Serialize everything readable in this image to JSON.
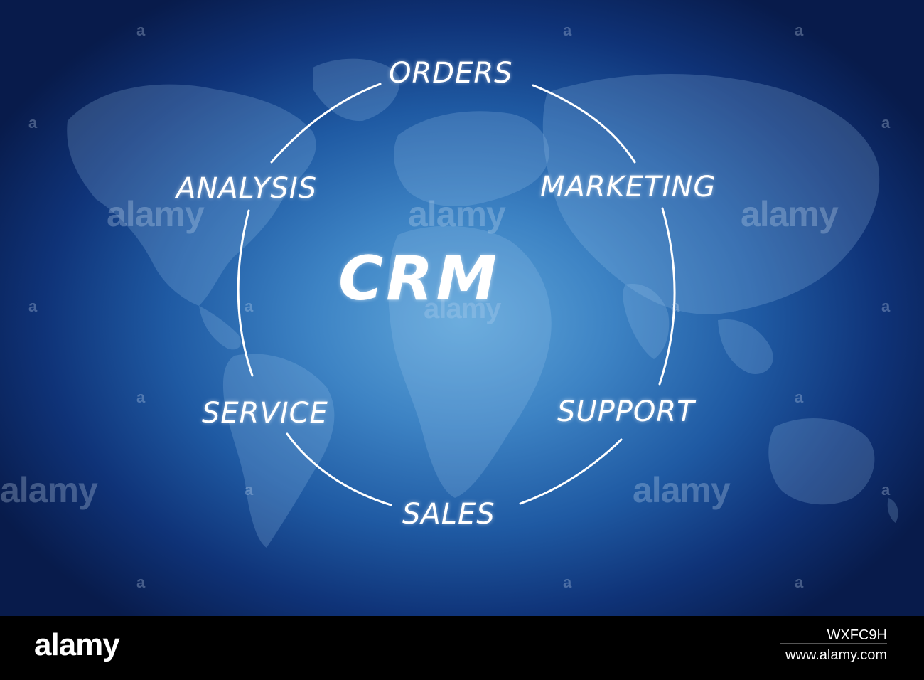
{
  "diagram": {
    "center_label": "CRM",
    "nodes": [
      {
        "key": "orders",
        "label": "ORDERS"
      },
      {
        "key": "marketing",
        "label": "MARKETING"
      },
      {
        "key": "support",
        "label": "SUPPORT"
      },
      {
        "key": "sales",
        "label": "SALES"
      },
      {
        "key": "service",
        "label": "SERVICE"
      },
      {
        "key": "analysis",
        "label": "ANALYSIS"
      }
    ]
  },
  "watermark": {
    "text": "alamy",
    "mark": "a"
  },
  "footer": {
    "logo": "alamy",
    "image_id": "WXFC9H",
    "url": "www.alamy.com"
  },
  "colors": {
    "text": "#ffffff",
    "background_center": "#5fa6da",
    "background_edge": "#081b4b",
    "footer_bg": "#000000"
  }
}
